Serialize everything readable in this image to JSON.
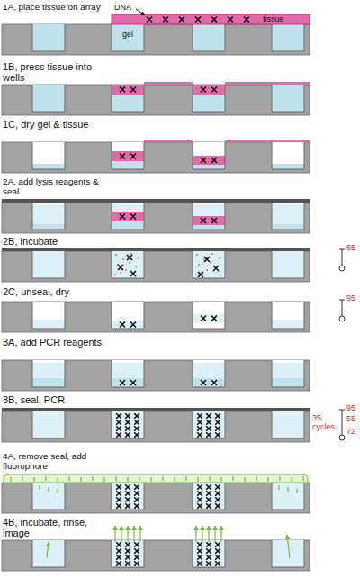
{
  "diagram": {
    "labels": [
      "1A, place tissue on array",
      "DNA",
      "tissue",
      "gel",
      "1B, press tissue into wells",
      "1C, dry gel & tissue",
      "2A, add lysis reagents & seal",
      "2B, incubate",
      "65",
      "2C, unseal, dry",
      "95",
      "3A, add PCR reagents",
      "3B, seal, PCR",
      "35 cycles",
      "95",
      "55",
      "72",
      "4A, remove seal, add fluorophore",
      "4B, incubate, rinse, image"
    ]
  }
}
